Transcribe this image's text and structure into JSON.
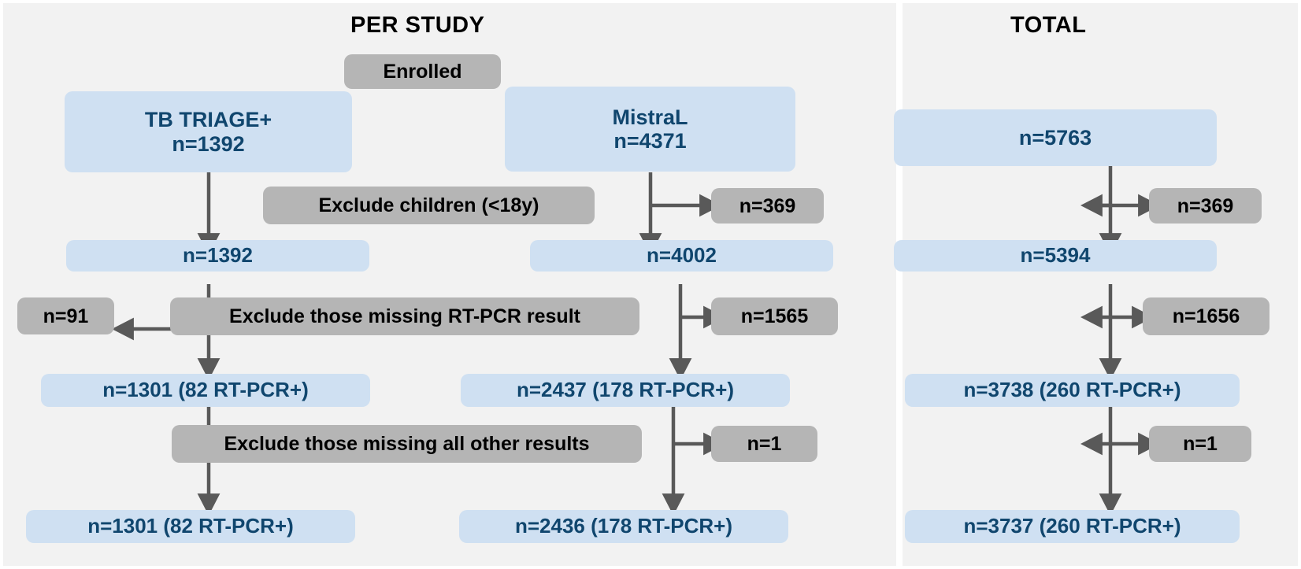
{
  "figure": {
    "type": "flowchart",
    "description": "Participant enrollment and exclusion flow diagram (CONSORT-style) for two studies and the pooled total"
  },
  "panels": {
    "per_study": {
      "title": "PER STUDY",
      "stage_label": "Enrolled",
      "exclusion_steps": [
        "Exclude children (<18y)",
        "Exclude those missing RT-PCR result",
        "Exclude those missing all other results"
      ],
      "columns": [
        {
          "name": "TB TRIAGE+",
          "enrolled_label": "TB TRIAGE+",
          "enrolled_n": "n=1392",
          "after_age_n": "n=1392",
          "excluded_age_n": "",
          "excluded_rtpcr_n": "n=91",
          "after_rtpcr_n": "n=1301 (82 RT-PCR+)",
          "excluded_other_n": "",
          "final_n": "n=1301 (82 RT-PCR+)"
        },
        {
          "name": "MistraL",
          "enrolled_label": "MistraL",
          "enrolled_n": "n=4371",
          "after_age_n": "n=4002",
          "excluded_age_n": "n=369",
          "excluded_rtpcr_n": "n=1565",
          "after_rtpcr_n": "n=2437 (178 RT-PCR+)",
          "excluded_other_n": "n=1",
          "final_n": "n=2436 (178 RT-PCR+)"
        }
      ]
    },
    "total": {
      "title": "TOTAL",
      "enrolled_n": "n=5763",
      "excluded_age_n": "n=369",
      "after_age_n": "n=5394",
      "excluded_rtpcr_n": "n=1656",
      "after_rtpcr_n": "n=3738 (260 RT-PCR+)",
      "excluded_other_n": "n=1",
      "final_n": "n=3737 (260 RT-PCR+)"
    }
  },
  "colors": {
    "panel_background": "#f2f2f2",
    "included_box": "#cfe0f2",
    "included_text": "#10466e",
    "excluded_box": "#b5b5b5",
    "excluded_text": "#000000",
    "arrow": "#595959"
  }
}
